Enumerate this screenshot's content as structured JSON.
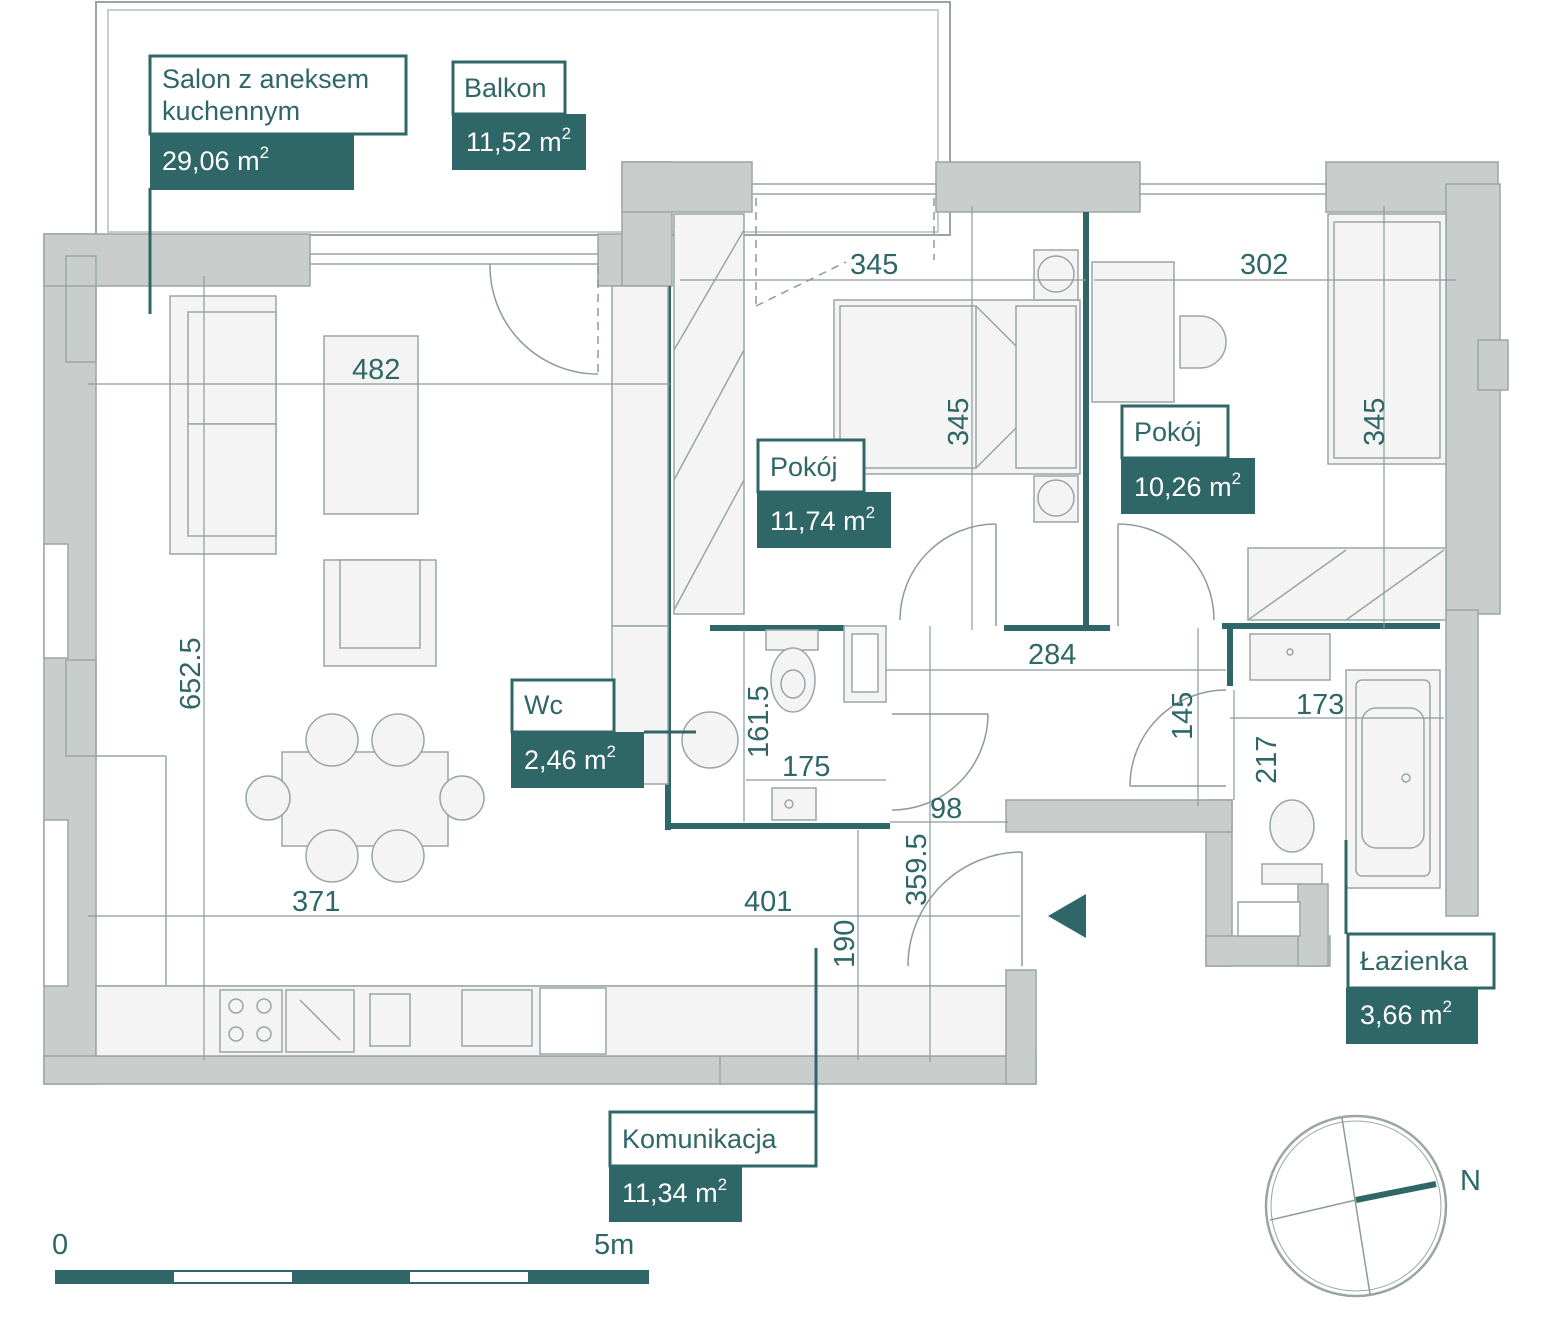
{
  "rooms": {
    "salon": {
      "name_line1": "Salon z aneksem",
      "name_line2": "kuchennym",
      "area_value": "29,06 m",
      "area_unit_sup": "2"
    },
    "balkon": {
      "name": "Balkon",
      "area_value": "11,52 m",
      "area_unit_sup": "2"
    },
    "pokoj1": {
      "name": "Pokój",
      "area_value": "11,74 m",
      "area_unit_sup": "2"
    },
    "pokoj2": {
      "name": "Pokój",
      "area_value": "10,26 m",
      "area_unit_sup": "2"
    },
    "wc": {
      "name": "Wc",
      "area_value": "2,46 m",
      "area_unit_sup": "2"
    },
    "lazienka": {
      "name": "Łazienka",
      "area_value": "3,66 m",
      "area_unit_sup": "2"
    },
    "komunikacja": {
      "name": "Komunikacja",
      "area_value": "11,34 m",
      "area_unit_sup": "2"
    }
  },
  "dimensions": {
    "d345_top": "345",
    "d302": "302",
    "d482": "482",
    "d345_bed": "345",
    "d345_right": "345",
    "d652": "652.5",
    "d284": "284",
    "d161": "161.5",
    "d175": "175",
    "d145": "145",
    "d173": "173",
    "d217": "217",
    "d98": "98",
    "d359": "359.5",
    "d371": "371",
    "d401": "401",
    "d190": "190"
  },
  "scale": {
    "start": "0",
    "end": "5m"
  },
  "compass": {
    "north": "N"
  },
  "colors": {
    "accent": "#2f6667",
    "wall": "#c9cecd",
    "furniture": "#f3f4f3",
    "line": "#8c9c9c"
  }
}
